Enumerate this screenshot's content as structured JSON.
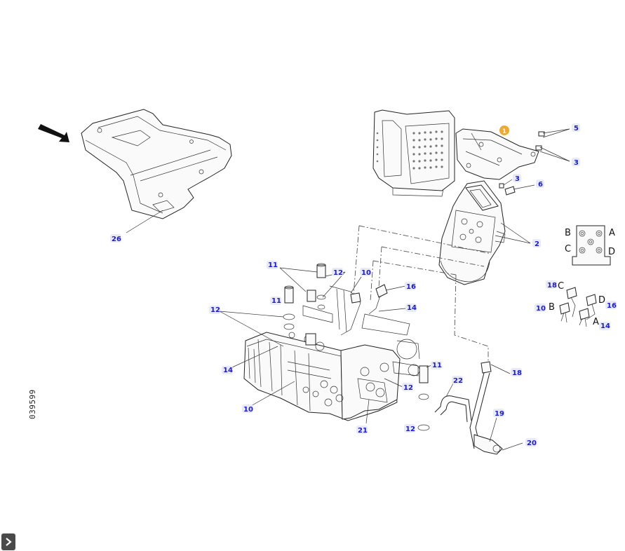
{
  "drawing_id": "039599",
  "marker": {
    "label": "1",
    "color": "#f0a830"
  },
  "callout_color": "#1a1ad6",
  "callouts": {
    "c26": "26",
    "c5": "5",
    "c3a": "3",
    "c3b": "3",
    "c6": "6",
    "c2": "2",
    "c11a": "11",
    "c11b": "11",
    "c11c": "11",
    "c12a": "12",
    "c12b": "12",
    "c12c": "12",
    "c12d": "12",
    "c10a": "10",
    "c10b": "10",
    "c10c": "10",
    "c16a": "16",
    "c16b": "16",
    "c14a": "14",
    "c14b": "14",
    "c14c": "14",
    "c18a": "18",
    "c18b": "18",
    "c22": "22",
    "c19": "19",
    "c20": "20",
    "c21": "21"
  },
  "ports": {
    "top": {
      "B": "B",
      "A": "A",
      "C": "C",
      "D": "D"
    },
    "detail": {
      "C": "C",
      "D": "D",
      "B": "B",
      "A": "A"
    }
  },
  "controls": {
    "expand_icon": "chevron-right-icon"
  }
}
